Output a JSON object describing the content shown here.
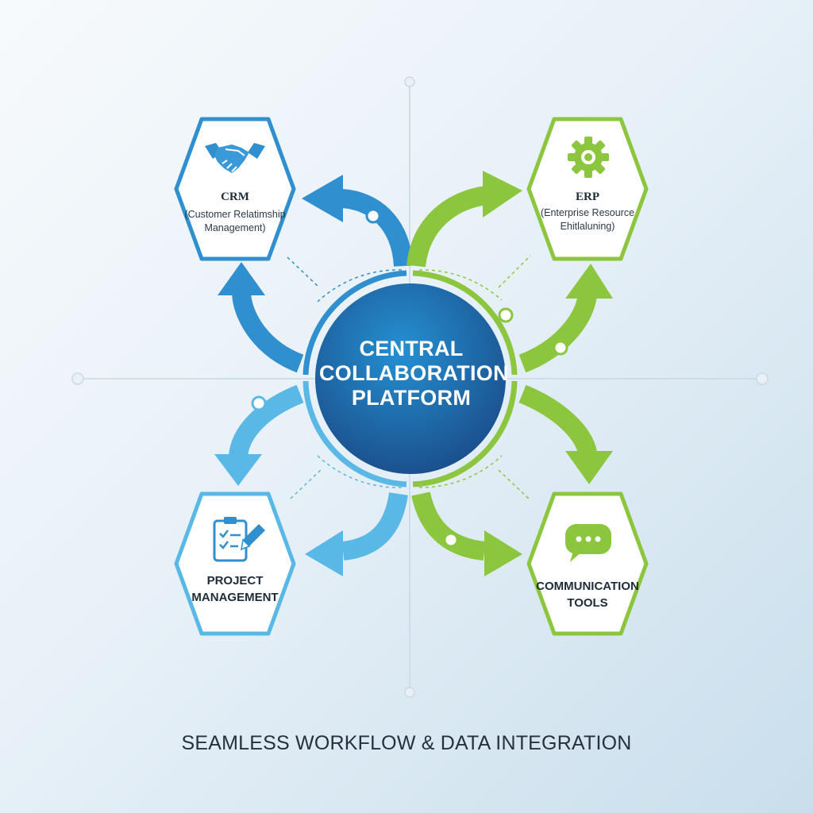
{
  "hub": {
    "lines": [
      "CENTRAL",
      "COLLABORATION",
      "PLATFORM"
    ],
    "color_top": "#1f8fd0",
    "color_bottom": "#1a4f8c"
  },
  "nodes": {
    "crm": {
      "title": "CRM",
      "subtitle_lines": [
        "(Customer Relatimship",
        "Management)"
      ],
      "icon": "handshake-icon",
      "color": "#2f8fcf"
    },
    "erp": {
      "title": "ERP",
      "subtitle_lines": [
        "(Enterprise Resource",
        "Ehitlaluning)"
      ],
      "icon": "gear-icon",
      "color": "#8cc63f"
    },
    "project_management": {
      "title_lines": [
        "PROJECT",
        "MANAGEMENT"
      ],
      "icon": "clipboard-pencil-icon",
      "color": "#59b8e6"
    },
    "communication_tools": {
      "title_lines": [
        "COMMUNICATION",
        "TOOLS"
      ],
      "icon": "speech-bubble-icon",
      "color": "#8cc63f"
    }
  },
  "footer": {
    "text": "SEAMLESS WORKFLOW & DATA INTEGRATION"
  }
}
